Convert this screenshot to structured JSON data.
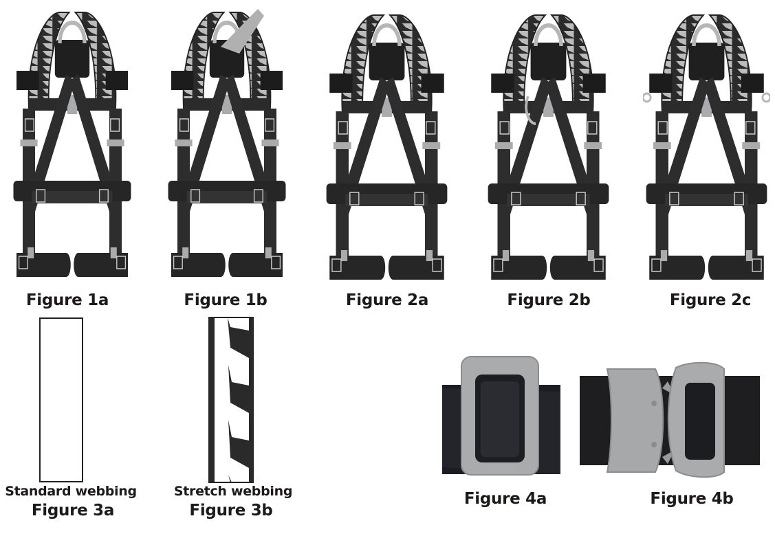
{
  "figures": {
    "fig1a": {
      "caption": "Figure 1a",
      "subject": "harness-front-d-ring"
    },
    "fig1b": {
      "caption": "Figure 1b",
      "subject": "harness-with-extension-strap"
    },
    "fig2a": {
      "caption": "Figure 2a",
      "subject": "harness-with-stretch-shoulder-straps"
    },
    "fig2b": {
      "caption": "Figure 2b",
      "subject": "harness-with-chest-d-ring"
    },
    "fig2c": {
      "caption": "Figure 2c",
      "subject": "harness-with-side-d-rings"
    },
    "fig3a": {
      "label": "Standard webbing",
      "caption": "Figure 3a"
    },
    "fig3b": {
      "label": "Stretch webbing",
      "caption": "Figure 3b"
    },
    "fig4a": {
      "caption": "Figure 4a",
      "subject": "friction-buckle"
    },
    "fig4b": {
      "caption": "Figure 4b",
      "subject": "quick-connect-buckle"
    }
  },
  "colors": {
    "webbing": "#2b2b2b",
    "stretch_light": "#b9b9b9",
    "metal": "#a9abad",
    "text": "#1e1a1a"
  }
}
